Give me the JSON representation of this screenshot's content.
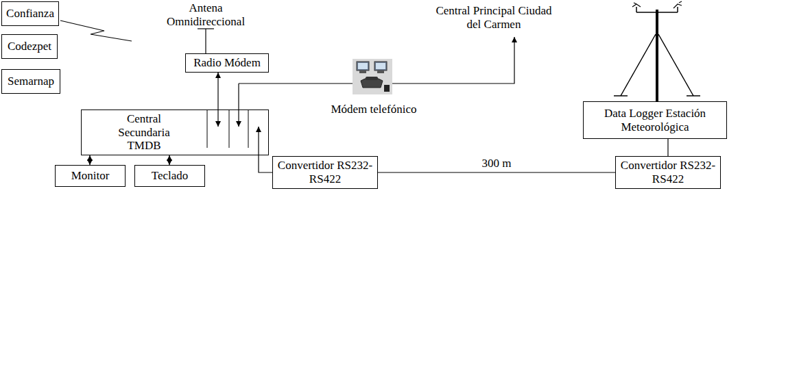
{
  "diagram": {
    "nodes": [
      {
        "text": [
          "Confianza"
        ]
      },
      {
        "text": [
          "Codezpet"
        ]
      },
      {
        "text": [
          "Semarnap"
        ]
      },
      {
        "text": [
          "Radio Módem"
        ]
      },
      {
        "text": [
          "Central Secundaria TMDB"
        ]
      },
      {
        "text": [
          "Monitor"
        ]
      },
      {
        "text": [
          "Teclado"
        ]
      },
      {
        "text": [
          "Convertidor RS232-RS422"
        ]
      },
      {
        "text": [
          "Data Logger Estación Meteorológica"
        ]
      },
      {
        "text": [
          "Convertidor RS232-RS422"
        ]
      }
    ],
    "edges": [
      {
        "from": 3,
        "to": 4,
        "arrow": "both"
      },
      {
        "from": 4,
        "to": 5,
        "arrow": "both"
      },
      {
        "from": 4,
        "to": 6,
        "arrow": "both"
      },
      {
        "from": 7,
        "to": 4,
        "arrow": "to"
      },
      {
        "from": 7,
        "to": 9,
        "label": "300 m",
        "arrow": "none"
      },
      {
        "from": 8,
        "to": 9,
        "arrow": "none"
      }
    ],
    "labels": [
      "Antena Omnidireccional",
      "Central Principal Ciudad del Carmen",
      "Módem telefónico"
    ]
  }
}
